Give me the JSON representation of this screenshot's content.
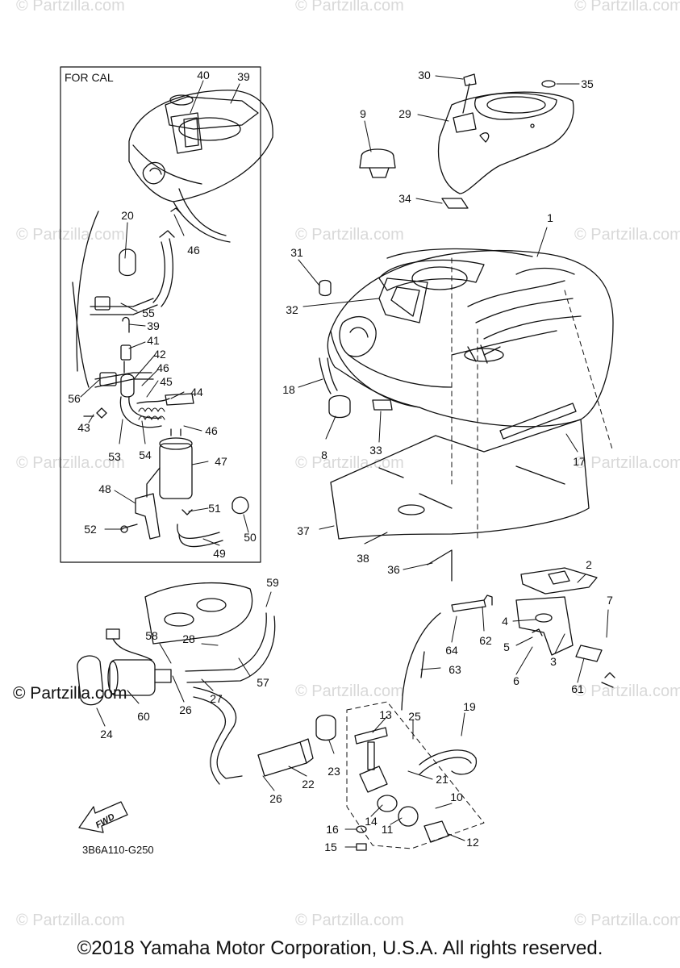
{
  "inset_label": "FOR CAL",
  "drawing_code": "3B6A110-G250",
  "fwd_label": "FWD",
  "brand_mark": "© Partzilla.com",
  "watermark": "© Partzilla.com",
  "footer": "©2018 Yamaha Motor Corporation, U.S.A. All rights reserved.",
  "callouts": [
    "40",
    "39",
    "20",
    "46",
    "55",
    "39",
    "41",
    "42",
    "46",
    "45",
    "44",
    "56",
    "43",
    "53",
    "54",
    "46",
    "47",
    "48",
    "52",
    "51",
    "50",
    "49",
    "30",
    "35",
    "9",
    "29",
    "34",
    "1",
    "31",
    "32",
    "18",
    "8",
    "33",
    "17",
    "37",
    "38",
    "36",
    "2",
    "7",
    "4",
    "5",
    "6",
    "3",
    "61",
    "59",
    "58",
    "28",
    "57",
    "27",
    "26",
    "60",
    "24",
    "64",
    "62",
    "63",
    "13",
    "25",
    "19",
    "23",
    "22",
    "21",
    "26",
    "10",
    "14",
    "11",
    "16",
    "12",
    "15"
  ]
}
